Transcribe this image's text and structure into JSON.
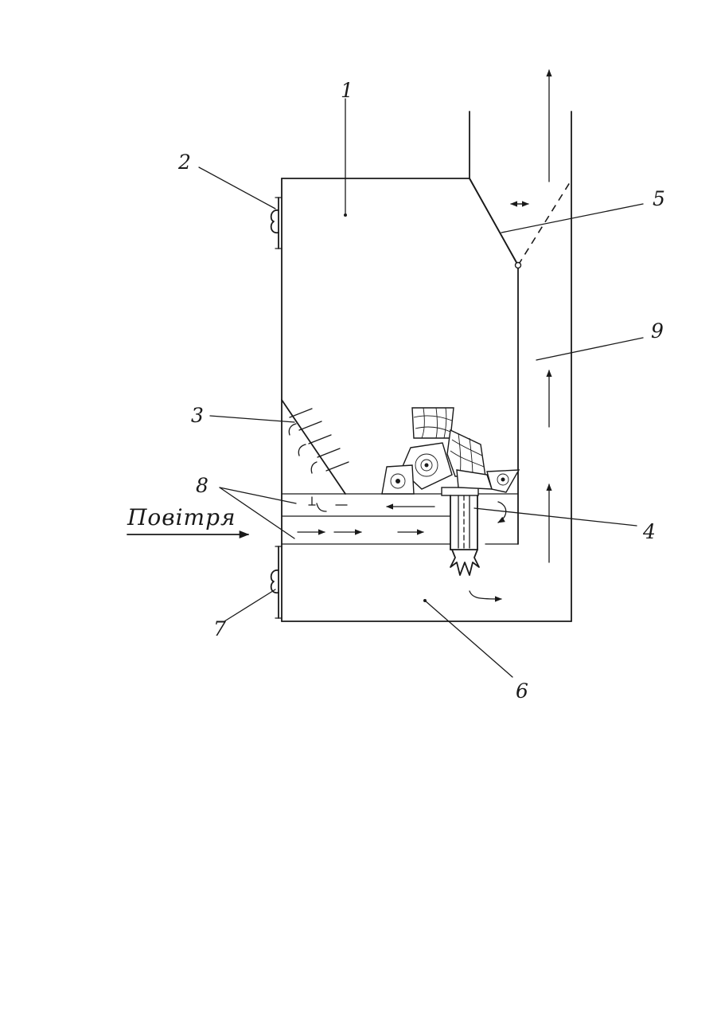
{
  "diagram": {
    "labels": {
      "l1": "1",
      "l2": "2",
      "l3": "3",
      "l4": "4",
      "l5": "5",
      "l6": "6",
      "l7": "7",
      "l8": "8",
      "l9": "9"
    },
    "air_label": "Повітря"
  }
}
